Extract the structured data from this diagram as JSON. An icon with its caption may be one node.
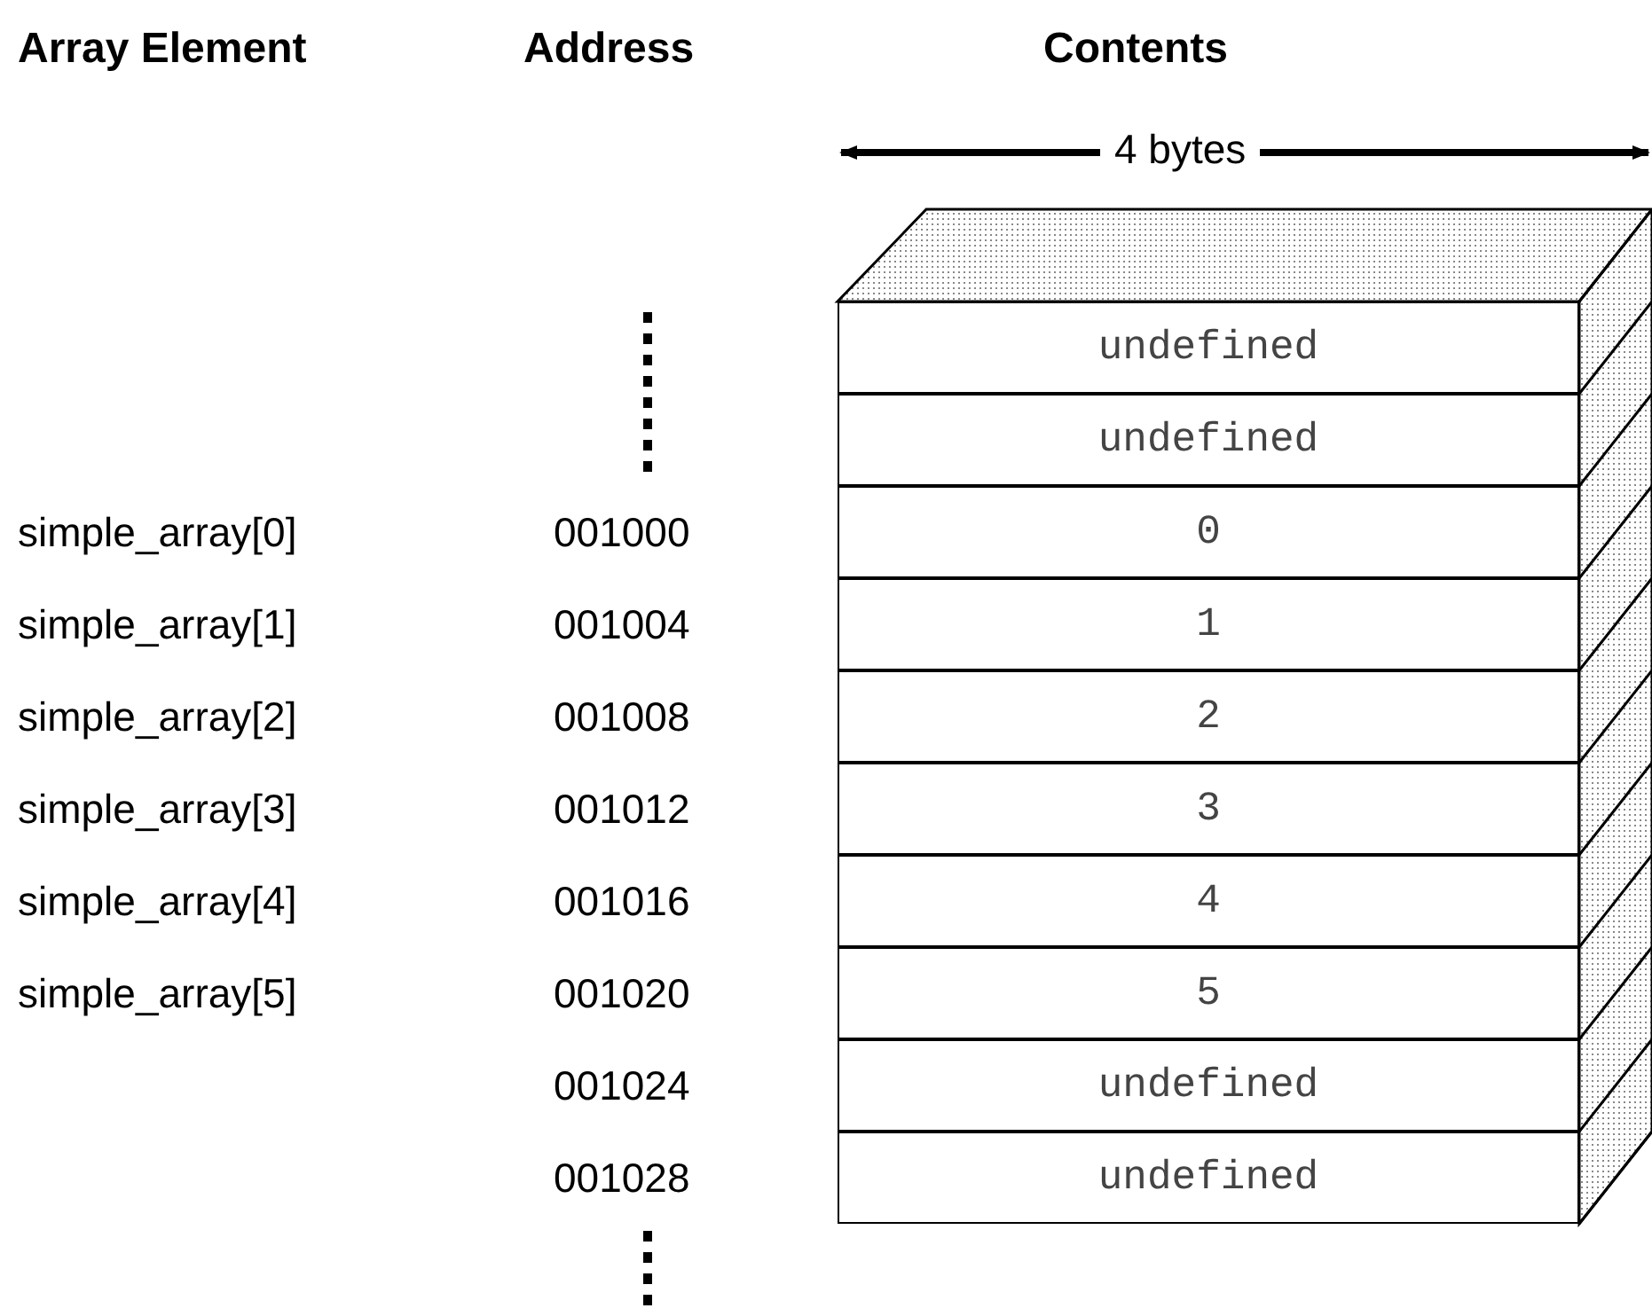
{
  "diagram": {
    "nodes": [
      {
        "text": [
          "undefined"
        ]
      },
      {
        "text": [
          "undefined"
        ]
      },
      {
        "text": [
          "0"
        ]
      },
      {
        "text": [
          "1"
        ]
      },
      {
        "text": [
          "2"
        ]
      },
      {
        "text": [
          "3"
        ]
      },
      {
        "text": [
          "4"
        ]
      },
      {
        "text": [
          "5"
        ]
      },
      {
        "text": [
          "undefined"
        ]
      },
      {
        "text": [
          "undefined"
        ]
      }
    ],
    "labels": [
      "Array Element",
      "Address",
      "Contents",
      "4 bytes",
      "simple_array[0]",
      "001000",
      "simple_array[1]",
      "001004",
      "simple_array[2]",
      "001008",
      "simple_array[3]",
      "001012",
      "simple_array[4]",
      "001016",
      "simple_array[5]",
      "001020",
      "001024",
      "001028"
    ]
  }
}
